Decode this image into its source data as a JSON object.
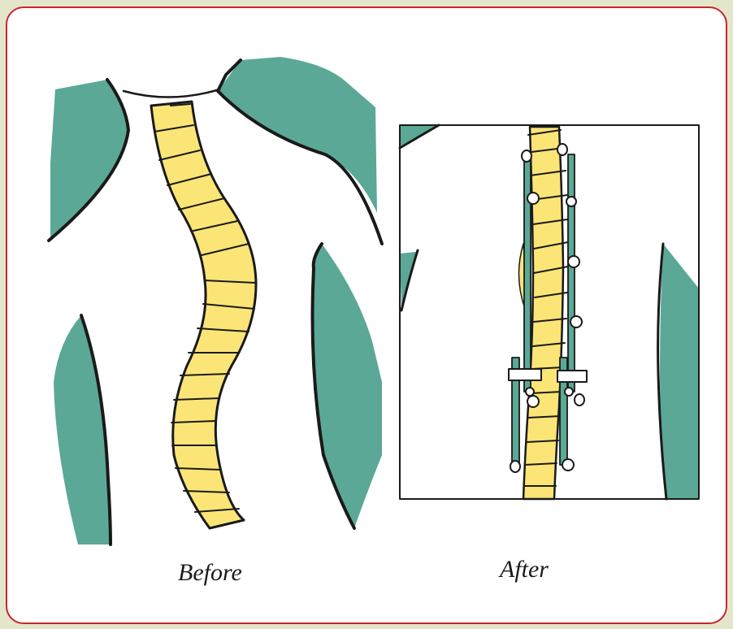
{
  "captions": {
    "before": "Before",
    "after": "After"
  },
  "colors": {
    "border": "#c9252b",
    "background": "#e4e6cc",
    "panel": "#ffffff",
    "body": "#5ba896",
    "spine": "#fbe577",
    "outline": "#1a1a1a",
    "screw": "#ffffff"
  },
  "diagram": {
    "before": {
      "vertebra_count": 18
    },
    "after": {
      "vertebra_count": 16,
      "screw_count": 12,
      "rod_count": 2,
      "cross_connector_count": 2
    }
  }
}
